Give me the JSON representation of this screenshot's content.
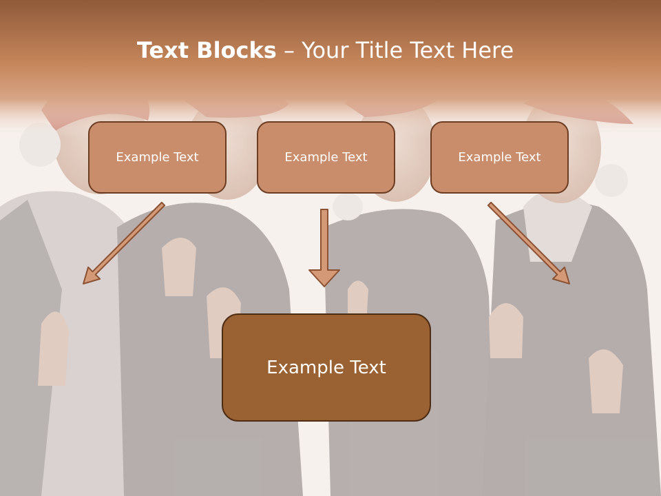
{
  "title": {
    "bold": "Text Blocks",
    "separator": " – ",
    "rest": "Your Title Text Here"
  },
  "boxes": {
    "top_left": "Example Text",
    "top_center": "Example Text",
    "top_right": "Example Text",
    "main": "Example Text"
  },
  "colors": {
    "header": "#c4855a",
    "small_box_fill": "#c98d6b",
    "small_box_border": "#6b3b22",
    "main_box_fill": "#9a6133",
    "main_box_border": "#4e2c14",
    "arrow_fill": "#d49a78",
    "arrow_stroke": "#8a5233"
  }
}
